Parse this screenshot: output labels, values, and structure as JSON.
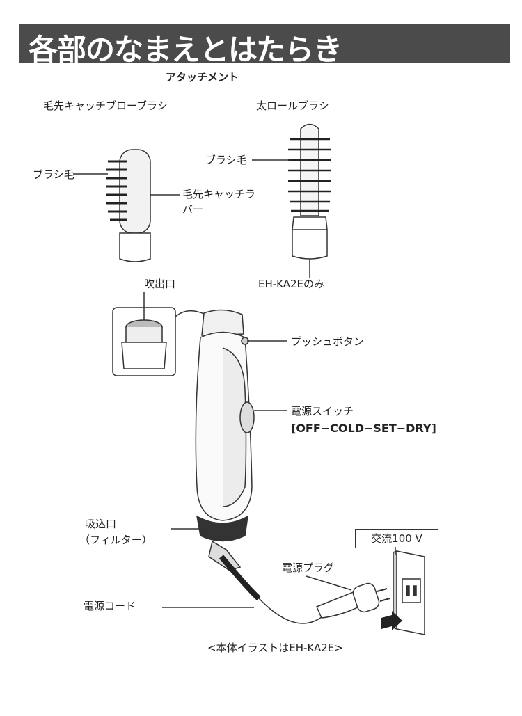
{
  "title": "各部のなまえとはたらき",
  "attachments": {
    "heading": "アタッチメント",
    "blow_brush": {
      "name": "毛先キャッチブローブラシ",
      "bristles": "ブラシ毛",
      "catcher_line1": "毛先キャッチラ",
      "catcher_line2": "バー"
    },
    "roll_brush": {
      "name": "太ロールブラシ",
      "bristles": "ブラシ毛",
      "model_note": "EH-KA2Eのみ"
    }
  },
  "body": {
    "outlet": "吹出口",
    "push_button": "プッシュボタン",
    "power_switch": "電源スイッチ",
    "switch_modes": "[OFF−COLD−SET−DRY]",
    "intake_line1": "吸込口",
    "intake_line2": "（フィルター）",
    "power_cord": "電源コード",
    "power_plug": "電源プラグ",
    "outlet_voltage": "交流100 V",
    "illustration_note": "<本体イラストはEH-KA2E>"
  }
}
